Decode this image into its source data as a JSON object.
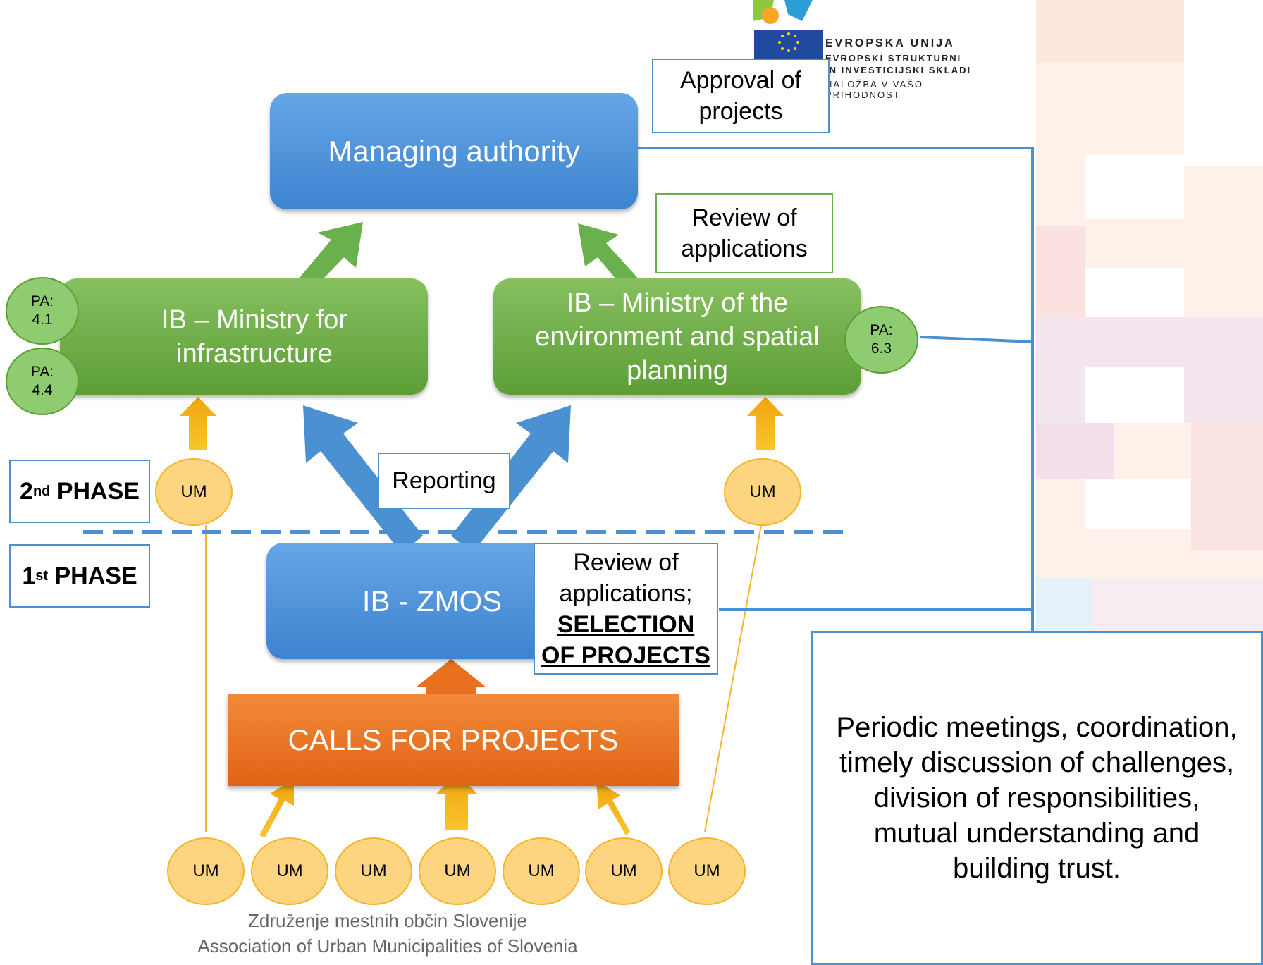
{
  "logo": {
    "line1": "EVROPSKA UNIJA",
    "line2": "EVROPSKI STRUKTURNI",
    "line3": "IN INVESTICIJSKI SKLADI",
    "line4": "NALOŽBA V VAŠO PRIHODNOST"
  },
  "nodes": {
    "managing_authority": "Managing authority",
    "ib_infrastructure": "IB – Ministry for infrastructure",
    "ib_environment": "IB – Ministry of the environment and spatial planning",
    "ib_zmos": "IB - ZMOS",
    "calls": "CALLS FOR PROJECTS"
  },
  "notes": {
    "approval": "Approval of projects",
    "review_top": "Review of applications",
    "reporting": "Reporting",
    "review_bottom": "Review of applications;",
    "selection_line1": "SELECTION",
    "selection_line2": "OF PROJECTS"
  },
  "phases": {
    "second_num": "2",
    "second_sup": "nd",
    "second_text": " PHASE",
    "first_num": "1",
    "first_sup": "st",
    "first_text": " PHASE"
  },
  "pa": {
    "pa41_a": "PA:",
    "pa41_b": "4.1",
    "pa44_a": "PA:",
    "pa44_b": "4.4",
    "pa63_a": "PA:",
    "pa63_b": "6.3"
  },
  "um_label": "UM",
  "um_bottom": [
    "UM",
    "UM",
    "UM",
    "UM",
    "UM",
    "UM",
    "UM"
  ],
  "coordination": "Periodic meetings, coordination, timely discussion of challenges, division of responsibilities, mutual understanding and building trust.",
  "footer": {
    "line1": "Združenje mestnih občin Slovenije",
    "line2": "Association of Urban Municipalities of Slovenia"
  },
  "colors": {
    "blue": "#4b91d2",
    "green": "#6ab04c",
    "orange": "#e8701f",
    "yellow": "#f5b52a"
  }
}
